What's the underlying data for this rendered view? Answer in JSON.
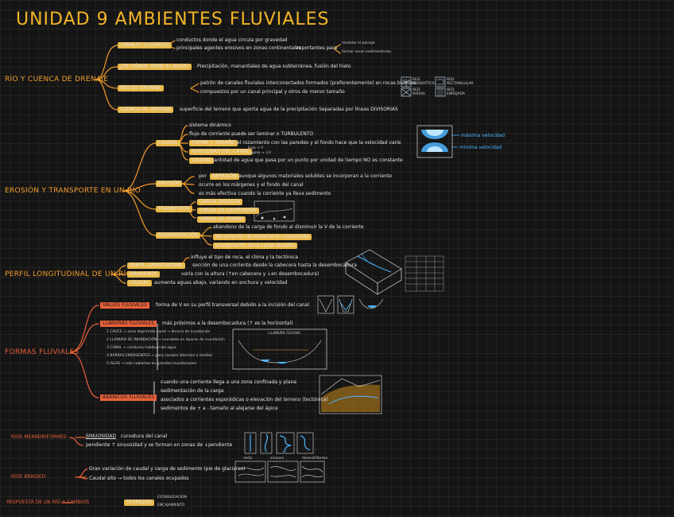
{
  "title": "UNIDAD 9 AMBIENTES FLUVIALES",
  "colors": {
    "orange": "#f39c2b",
    "yellow": "#f4b526",
    "red": "#e8603a",
    "highlight": "#e9b94a",
    "blue": "#4db6ff"
  },
  "sec1": {
    "heading": "RÍO Y CUENCA DE DRENAJE",
    "b1": {
      "label": "CANALES FLUVIALES",
      "l1": "conductos donde el agua circula por gravedad",
      "l2": "principales agentes erosivos en zonas continentales",
      "l2b": "importantes para",
      "l3": "modelar el paisaje",
      "l4": "formar rocas sedimentarias"
    },
    "b2": {
      "label": "¿DE DÓNDE VIENE EL AGUA?",
      "l1": "Precipitación, manantiales de agua subterránea, fusión del hielo"
    },
    "b3": {
      "label": "RED DE DRENAJE",
      "l1": "patrón de canales fluviales interconectados formados (preferentemente) en rocas blandas",
      "l2": "compuestos por un canal principal y otros de menor tamaño",
      "p1": "RED DENDRÍTICA",
      "p2": "RED RECTANGULAR",
      "p3": "RED RADIAL",
      "p4": "RED ENREJADA"
    },
    "b4": {
      "label": "CUENCA DE DRENAJE",
      "l1": "superficie del terreno que aporta agua de la precipitación Separadas por líneas DIVISORIAS"
    }
  },
  "sec2": {
    "heading": "EROSIÓN Y TRANSPORTE EN UN RÍO",
    "caudal": {
      "label": "CAUDAL",
      "l1": "sistema dinámico",
      "l2": "flujo de corriente puede ser laminar o TURBULENTO",
      "l3a": "FORMA Y TAMAÑO",
      "l3b": "el rozamiento con las paredes y el fondo hace que la velocidad varíe",
      "l4a": "RUGOSIDAD DEL CANAL",
      "l4b": "baja → V",
      "l4c": "rugosa → ↓V",
      "l5a": "CAUDAL",
      "l5b": "cantidad de agua que pasa por un punto por unidad de tiempo NO es constante",
      "v1": "máxima velocidad",
      "v2": "mínima velocidad"
    },
    "erosion": {
      "label": "EROSIÓN",
      "l1a": "por",
      "l1b": "ABRASIÓN",
      "l1c": "aunque algunos materiales solubles se incorporan a la corriente",
      "l2": "ocurre en los márgenes y el fondo del canal",
      "l3": "es más efectiva cuando la corriente ya lleva sedimento"
    },
    "transporte": {
      "label": "TRANSPORTE",
      "c1": "CARGA DISUELTA",
      "c2": "CARGA EN SUSPENSIÓN",
      "c3": "CARGA DE FONDO"
    },
    "sedimentacion": {
      "label": "SEDIMENTACIÓN",
      "l1": "abandono de la carga de fondo al disminuir la V de la corriente",
      "l2": "decantación de material en suspensión",
      "l3": "precipitación de la carga disuelta"
    }
  },
  "sec3": {
    "heading": "PERFIL LONGITUDINAL DE UN RÍO",
    "a1": "PERFIL LONGITUDINAL",
    "a1b": "sección de una corriente desde la cabecera hasta la desembocadura",
    "a0": "influye el tipo de roca, el clima y la tectónica",
    "a2": "GRADIENTE",
    "a2b": "varía con la altura (↑en cabecera y ↓en desembocadura)",
    "a3": "CAUDAL",
    "a3b": "aumenta aguas abajo, variando en anchura y velocidad"
  },
  "sec4": {
    "heading": "FORMAS FLUVIALES",
    "valles": {
      "label": "VALLES FLUVIALES",
      "l1": "forma de V en su perfil transversal debido a la incisión del canal"
    },
    "llanuras": {
      "label": "LLANURAS FLUVIALES",
      "l1": "más próximos a la desembocadura (↑ es la horizontal)",
      "i1": "1 CAUCE → zona deprimida canal → llenura de inundación",
      "i2": "2 LLANURA DE INUNDACIÓN → inundada en épocas de inundación",
      "i3": "3 CANAL → conducto habitual del agua",
      "i4": "4 BARRAS EMERGENTES → para canales laterales o medios",
      "i5": "5 ISLAS → solo cubiertas en grandes inundaciones",
      "diag": "LLANURA FLUVIAL"
    },
    "abanicos": {
      "label": "ABANICOS FLUVIALES",
      "l1": "cuando una corriente llega a una zona confinada y plana",
      "l2": "sedimentación de la carga",
      "l3": "asociados a corrientes esporádicas o elevación del terreno (tectónica)",
      "l4": "sedimentos de + a - tamaño al alejarse del ápice"
    }
  },
  "sec5": {
    "heading": "RÍOS MEANDRIFORMES",
    "a1": "SINUOSIDAD",
    "a1b": "curvatura del canal",
    "a2": "pendiente ↑ sinuosidad y se forman en zonas de ↓pendiente",
    "d1": "recto",
    "d2": "sinuoso",
    "d3": "meandriforme"
  },
  "sec6": {
    "heading": "RÍOS BRAIDED",
    "l1": "Gran variación de caudal y carga de sedimento (pie de glaciares)",
    "l2": "Caudal alto → todos los canales ocupados"
  },
  "sec7": {
    "heading": "RESPUESTA DE UN RÍO A CAMBIOS",
    "a1": "TERRAZAS",
    "b1": "ESTABILIZACIÓN",
    "b2": "ENCAJAMIENTO"
  }
}
